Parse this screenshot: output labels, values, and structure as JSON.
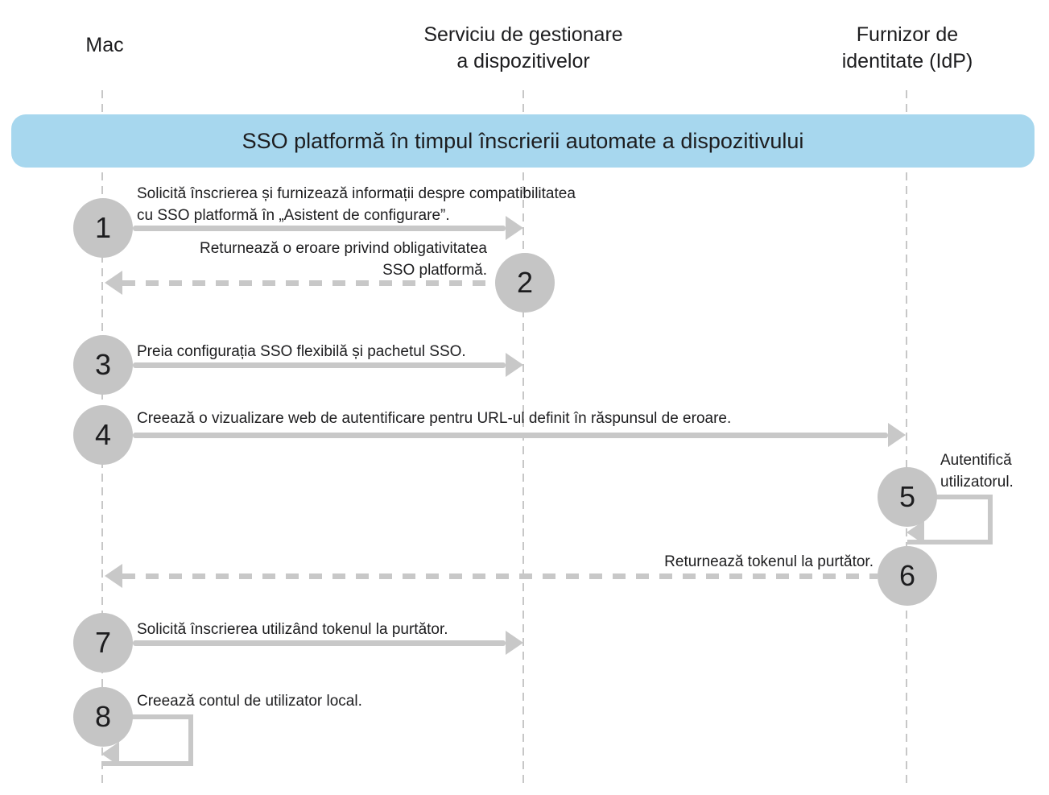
{
  "diagram": {
    "actors": [
      {
        "id": "mac",
        "label": "Mac"
      },
      {
        "id": "mdm",
        "label": "Serviciu de gestionare\na dispozitivelor"
      },
      {
        "id": "idp",
        "label": "Furnizor de\nidentitate (IdP)"
      }
    ],
    "banner": {
      "label": "SSO platformă în timpul înscrierii automate a dispozitivului"
    },
    "steps": [
      {
        "number": "1",
        "from": "mac",
        "to": "mdm",
        "line": "solid",
        "direction": "right",
        "text": "Solicită înscrierea și furnizează informații despre compatibilitatea\ncu SSO platformă în „Asistent de configurare”."
      },
      {
        "number": "2",
        "from": "mdm",
        "to": "mac",
        "line": "dashed",
        "direction": "left",
        "text": "Returnează o eroare privind obligativitatea\nSSO platformă."
      },
      {
        "number": "3",
        "from": "mac",
        "to": "mdm",
        "line": "solid",
        "direction": "right",
        "text": "Preia configurația SSO flexibilă și pachetul SSO."
      },
      {
        "number": "4",
        "from": "mac",
        "to": "idp",
        "line": "solid",
        "direction": "right",
        "text": "Creează o vizualizare web de autentificare pentru URL-ul definit în răspunsul de eroare."
      },
      {
        "number": "5",
        "from": "idp",
        "to": "idp",
        "line": "self-loop",
        "direction": "self",
        "text": "Autentifică\nutilizatorul."
      },
      {
        "number": "6",
        "from": "idp",
        "to": "mac",
        "line": "dashed",
        "direction": "left",
        "text": "Returnează tokenul la purtător."
      },
      {
        "number": "7",
        "from": "mac",
        "to": "mdm",
        "line": "solid",
        "direction": "right",
        "text": "Solicită înscrierea utilizând tokenul la purtător."
      },
      {
        "number": "8",
        "from": "mac",
        "to": "mac",
        "line": "self-loop",
        "direction": "self",
        "text": "Creează contul de utilizator local."
      }
    ],
    "colors": {
      "banner_bg": "#a7d7ee",
      "circle_bg": "#c5c5c5",
      "arrow": "#c8c8c8",
      "lifeline": "#c7c7c7",
      "text": "#1d1d1f"
    }
  }
}
